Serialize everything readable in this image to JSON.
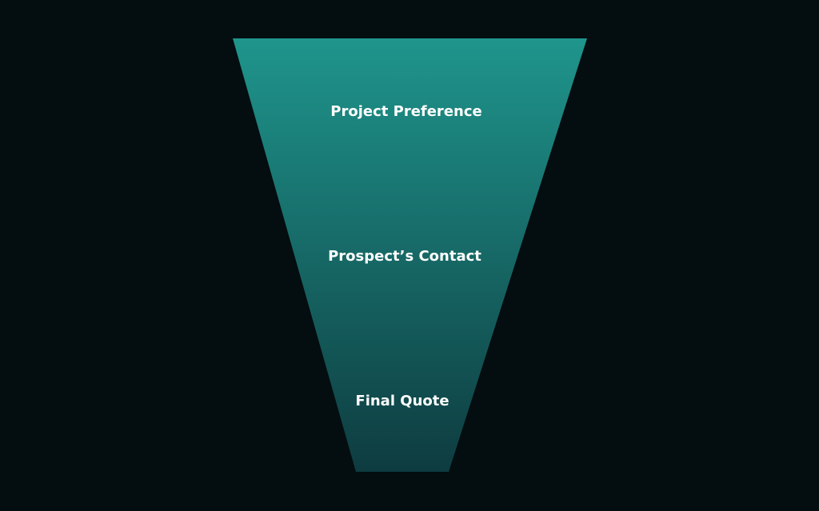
{
  "colors": {
    "background": "#040d10",
    "funnel_top": "#1f958c",
    "funnel_bottom": "#0e3c40",
    "divider_light": "#e9ecec",
    "divider_dark": "#8a8f90",
    "label_text": "#ffffff"
  },
  "funnel": {
    "stages": [
      {
        "label": "Project Preference"
      },
      {
        "label": "Prospect’s Contact"
      },
      {
        "label": "Final Quote"
      }
    ]
  }
}
